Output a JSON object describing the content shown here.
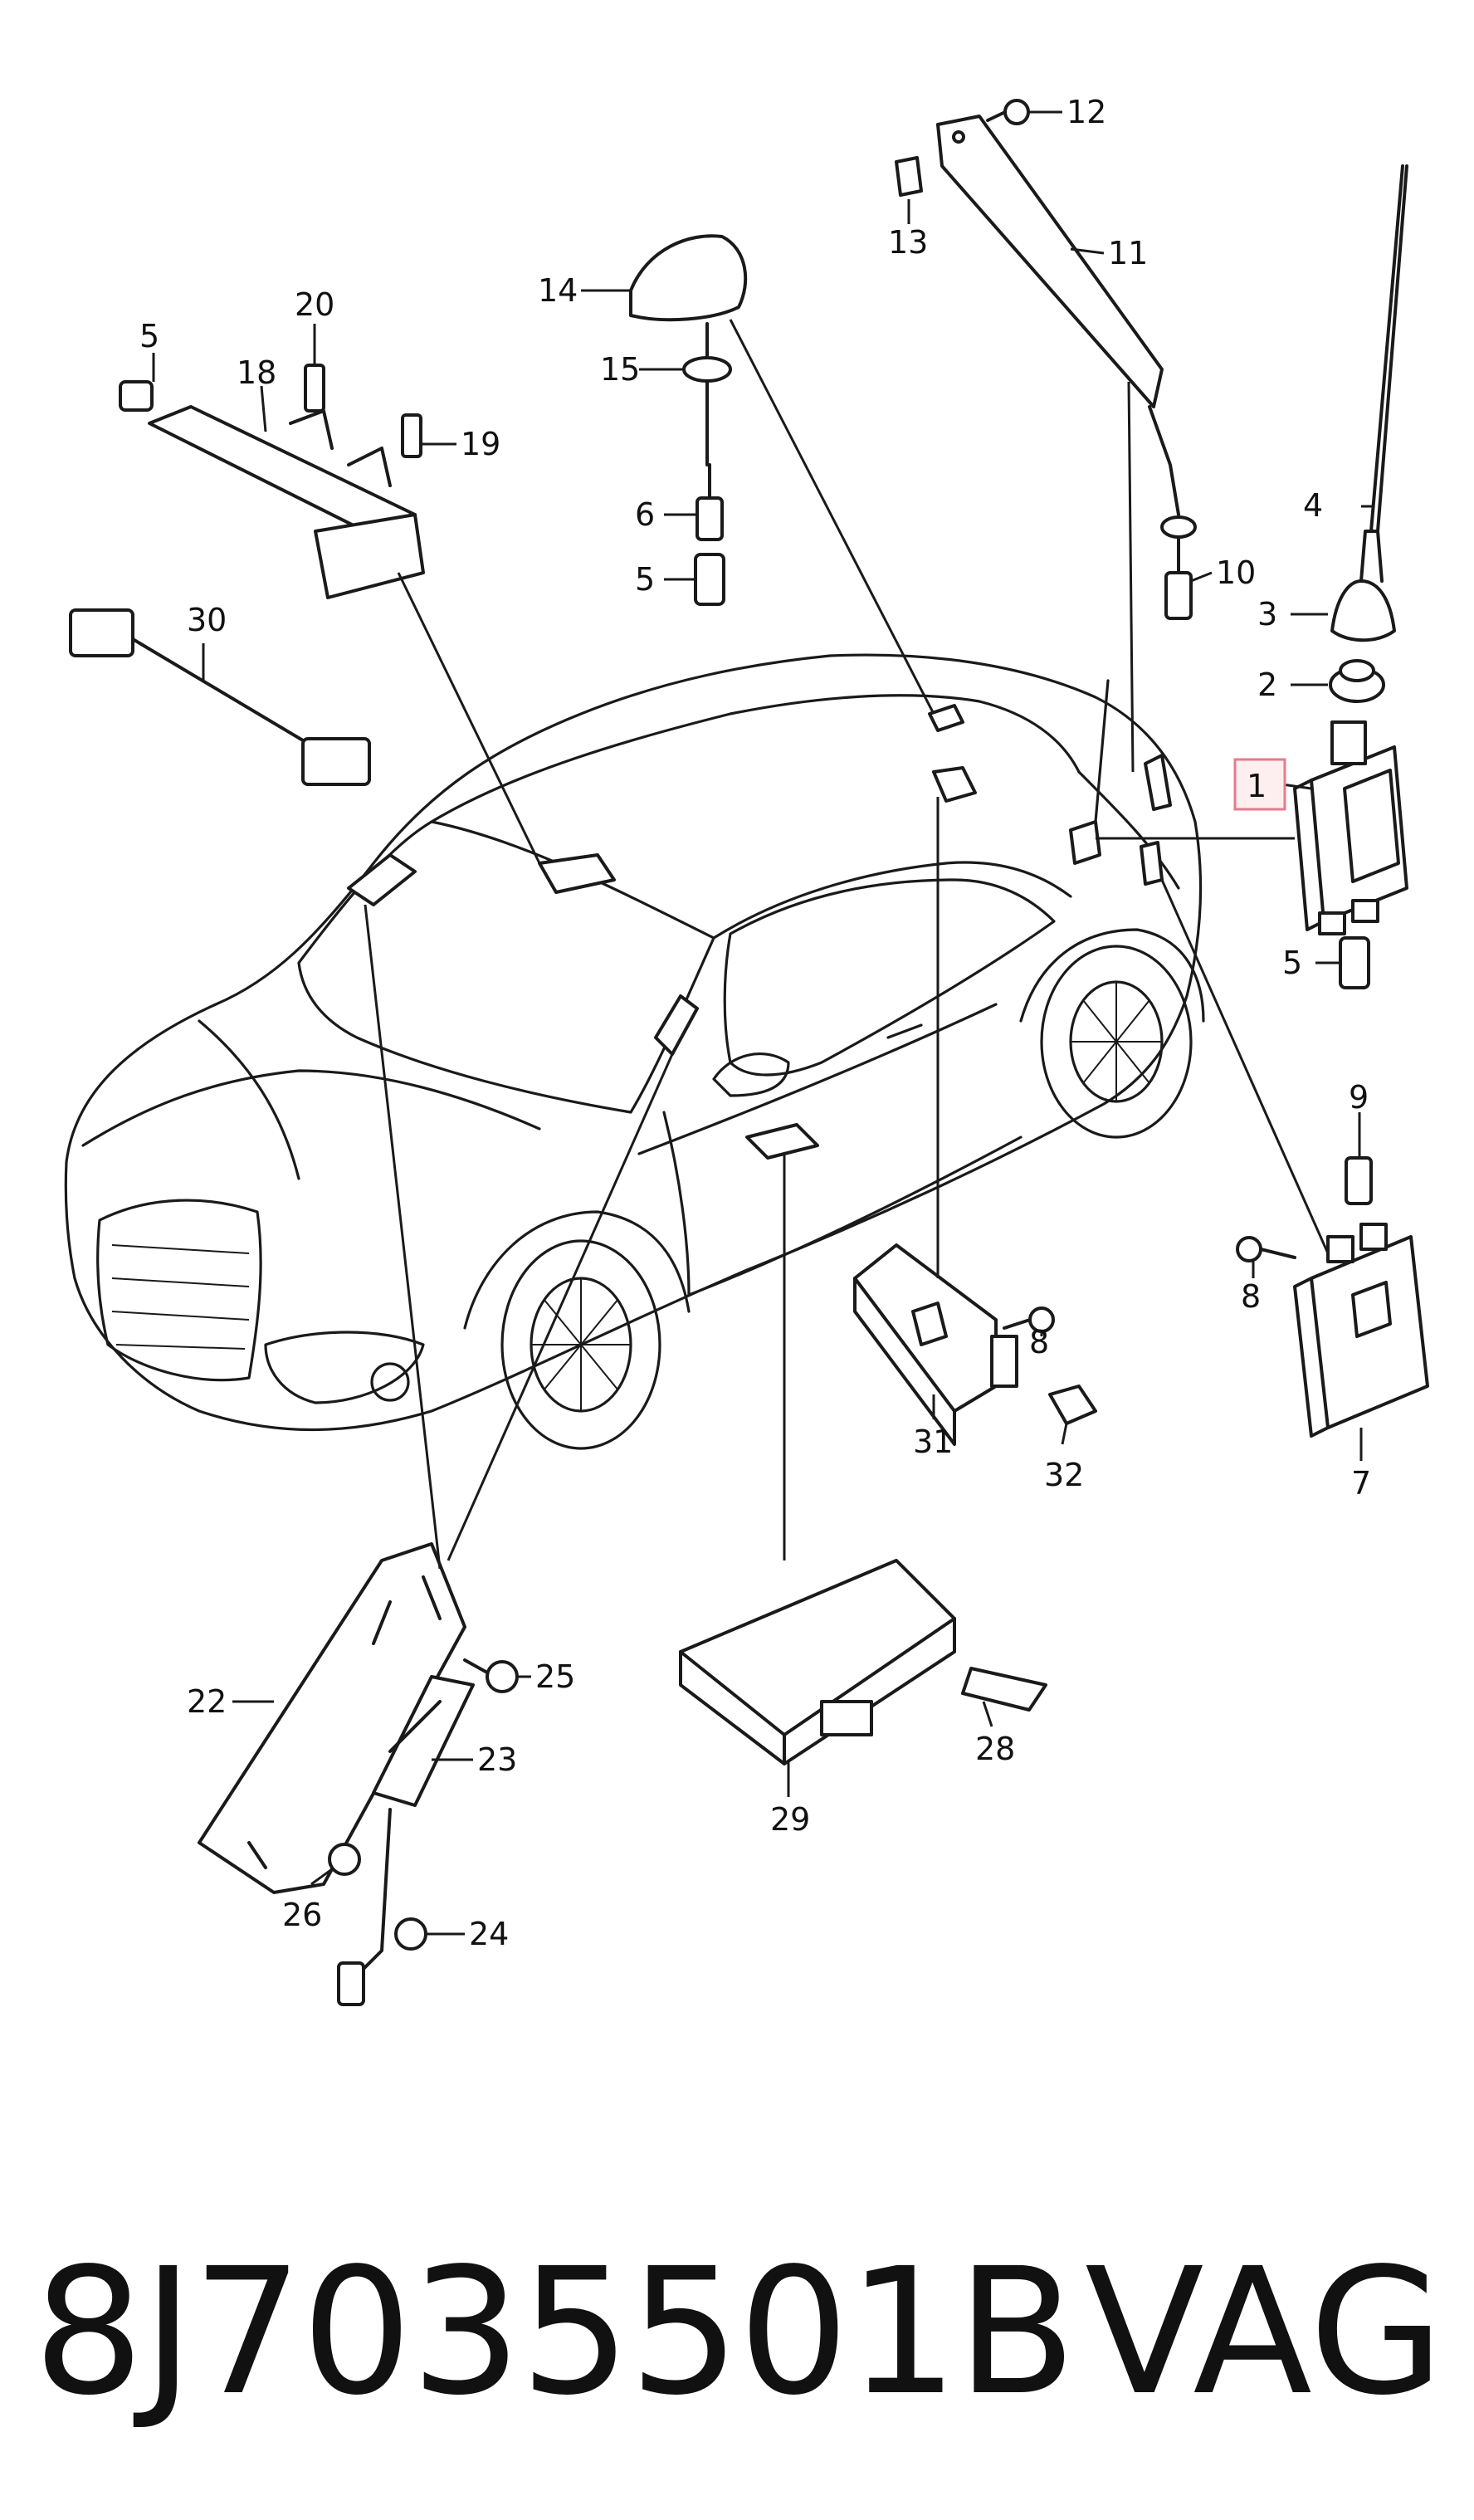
{
  "diagram": {
    "highlighted_callout": "1",
    "callouts": {
      "c1": "1",
      "c2": "2",
      "c3": "3",
      "c4": "4",
      "c5a": "5",
      "c5b": "5",
      "c5c": "5",
      "c6": "6",
      "c7": "7",
      "c8a": "8",
      "c8b": "8",
      "c9": "9",
      "c10": "10",
      "c11": "11",
      "c12": "12",
      "c13": "13",
      "c14": "14",
      "c15": "15",
      "c18": "18",
      "c19": "19",
      "c20": "20",
      "c22": "22",
      "c23": "23",
      "c24": "24",
      "c25": "25",
      "c26": "26",
      "c28": "28",
      "c29": "29",
      "c30": "30",
      "c31": "31",
      "c32": "32"
    },
    "colors": {
      "line": "#1a1a1a",
      "highlight_fill": "#fdeef0",
      "highlight_stroke": "#e57b8c"
    }
  },
  "footer": {
    "part_number": "8J7035501B",
    "brand": "VAG"
  }
}
